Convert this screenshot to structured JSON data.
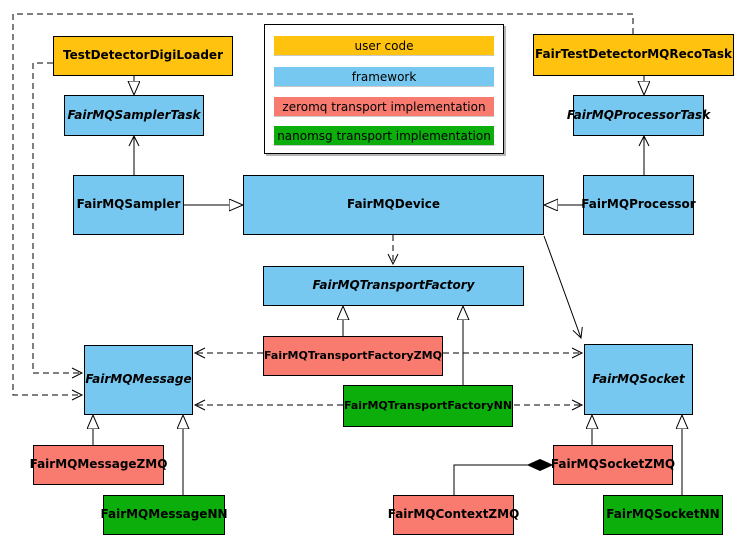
{
  "colors": {
    "user_code": "#FFC20E",
    "framework": "#76C8F0",
    "zeromq": "#F97B70",
    "nanomsg": "#0CAE0C"
  },
  "legend": {
    "items": [
      {
        "label": "user code",
        "color_key": "user_code"
      },
      {
        "label": "framework",
        "color_key": "framework"
      },
      {
        "label": "zeromq transport implementation",
        "color_key": "zeromq"
      },
      {
        "label": "nanomsg transport implementation",
        "color_key": "nanomsg"
      }
    ]
  },
  "nodes": {
    "testDetectorDigiLoader": {
      "label": "TestDetectorDigiLoader",
      "category": "user_code",
      "abstract": false
    },
    "fairTestDetectorMQRecoTask": {
      "label": "FairTestDetectorMQRecoTask",
      "category": "user_code",
      "abstract": false
    },
    "fairMQSamplerTask": {
      "label": "FairMQSamplerTask",
      "category": "framework",
      "abstract": true
    },
    "fairMQProcessorTask": {
      "label": "FairMQProcessorTask",
      "category": "framework",
      "abstract": true
    },
    "fairMQSampler": {
      "label": "FairMQSampler",
      "category": "framework",
      "abstract": false
    },
    "fairMQDevice": {
      "label": "FairMQDevice",
      "category": "framework",
      "abstract": false
    },
    "fairMQProcessor": {
      "label": "FairMQProcessor",
      "category": "framework",
      "abstract": false
    },
    "fairMQTransportFactory": {
      "label": "FairMQTransportFactory",
      "category": "framework",
      "abstract": true
    },
    "fairMQTransportFactoryZMQ": {
      "label": "FairMQTransportFactoryZMQ",
      "category": "zeromq",
      "abstract": false
    },
    "fairMQTransportFactoryNN": {
      "label": "FairMQTransportFactoryNN",
      "category": "nanomsg",
      "abstract": false
    },
    "fairMQMessage": {
      "label": "FairMQMessage",
      "category": "framework",
      "abstract": true
    },
    "fairMQSocket": {
      "label": "FairMQSocket",
      "category": "framework",
      "abstract": true
    },
    "fairMQMessageZMQ": {
      "label": "FairMQMessageZMQ",
      "category": "zeromq",
      "abstract": false
    },
    "fairMQMessageNN": {
      "label": "FairMQMessageNN",
      "category": "nanomsg",
      "abstract": false
    },
    "fairMQContextZMQ": {
      "label": "FairMQContextZMQ",
      "category": "zeromq",
      "abstract": false
    },
    "fairMQSocketZMQ": {
      "label": "FairMQSocketZMQ",
      "category": "zeromq",
      "abstract": false
    },
    "fairMQSocketNN": {
      "label": "FairMQSocketNN",
      "category": "nanomsg",
      "abstract": false
    }
  },
  "edges": [
    {
      "from": "testDetectorDigiLoader",
      "to": "fairMQSamplerTask",
      "type": "generalization",
      "line": "solid"
    },
    {
      "from": "fairMQSampler",
      "to": "fairMQSamplerTask",
      "type": "association",
      "line": "solid"
    },
    {
      "from": "fairTestDetectorMQRecoTask",
      "to": "fairMQProcessorTask",
      "type": "generalization",
      "line": "solid"
    },
    {
      "from": "fairMQProcessor",
      "to": "fairMQProcessorTask",
      "type": "association",
      "line": "solid"
    },
    {
      "from": "fairMQSampler",
      "to": "fairMQDevice",
      "type": "generalization",
      "line": "solid"
    },
    {
      "from": "fairMQProcessor",
      "to": "fairMQDevice",
      "type": "generalization",
      "line": "solid"
    },
    {
      "from": "fairMQDevice",
      "to": "fairMQTransportFactory",
      "type": "dependency",
      "line": "dashed"
    },
    {
      "from": "fairMQDevice",
      "to": "fairMQSocket",
      "type": "association",
      "line": "solid"
    },
    {
      "from": "fairMQTransportFactoryZMQ",
      "to": "fairMQTransportFactory",
      "type": "generalization",
      "line": "solid"
    },
    {
      "from": "fairMQTransportFactoryNN",
      "to": "fairMQTransportFactory",
      "type": "generalization",
      "line": "solid"
    },
    {
      "from": "fairMQMessageZMQ",
      "to": "fairMQMessage",
      "type": "generalization",
      "line": "solid"
    },
    {
      "from": "fairMQMessageNN",
      "to": "fairMQMessage",
      "type": "generalization",
      "line": "solid"
    },
    {
      "from": "fairMQSocketZMQ",
      "to": "fairMQSocket",
      "type": "generalization",
      "line": "solid"
    },
    {
      "from": "fairMQSocketNN",
      "to": "fairMQSocket",
      "type": "generalization",
      "line": "solid"
    },
    {
      "from": "fairMQTransportFactoryZMQ",
      "to": "fairMQMessage",
      "type": "dependency",
      "line": "dashed"
    },
    {
      "from": "fairMQTransportFactoryZMQ",
      "to": "fairMQSocket",
      "type": "dependency",
      "line": "dashed"
    },
    {
      "from": "fairMQTransportFactoryNN",
      "to": "fairMQMessage",
      "type": "dependency",
      "line": "dashed"
    },
    {
      "from": "fairMQTransportFactoryNN",
      "to": "fairMQSocket",
      "type": "dependency",
      "line": "dashed"
    },
    {
      "from": "testDetectorDigiLoader",
      "to": "fairMQMessage",
      "type": "dependency",
      "line": "dashed"
    },
    {
      "from": "fairTestDetectorMQRecoTask",
      "to": "fairMQMessage",
      "type": "dependency",
      "line": "dashed"
    },
    {
      "from": "fairMQContextZMQ",
      "to": "fairMQSocketZMQ",
      "type": "composition",
      "line": "solid"
    }
  ]
}
